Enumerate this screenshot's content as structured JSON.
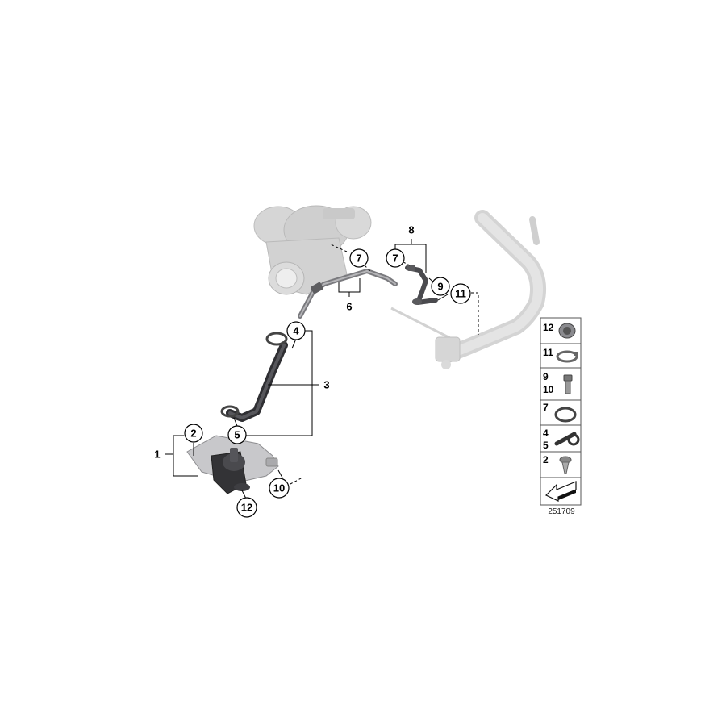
{
  "callouts": {
    "c1": "1",
    "c2": "2",
    "c3": "3",
    "c4": "4",
    "c5": "5",
    "c6": "6",
    "c7a": "7",
    "c7b": "7",
    "c8": "8",
    "c9": "9",
    "c10": "10",
    "c11": "11",
    "c12": "12"
  },
  "legend": {
    "rows": [
      {
        "labels": [
          "12"
        ],
        "icon": "hose-connector-icon"
      },
      {
        "labels": [
          "11"
        ],
        "icon": "hose-clamp-icon"
      },
      {
        "labels": [
          "9",
          "10"
        ],
        "icon": "bolt-icon"
      },
      {
        "labels": [
          "7"
        ],
        "icon": "sealing-ring-icon"
      },
      {
        "labels": [
          "4",
          "5"
        ],
        "icon": "holder-clip-icon"
      },
      {
        "labels": [
          "2"
        ],
        "icon": "screw-icon"
      },
      {
        "labels": [],
        "icon": "direction-arrow-icon"
      }
    ]
  },
  "image_id": "251709",
  "colors": {
    "ghost_part": "#d0d0d0",
    "ghost_outline": "#b0b0b0",
    "dark_part": "#3a3a3c",
    "mid_part": "#6e6e72",
    "pipe": "#8a8a8e",
    "line": "#000000"
  }
}
